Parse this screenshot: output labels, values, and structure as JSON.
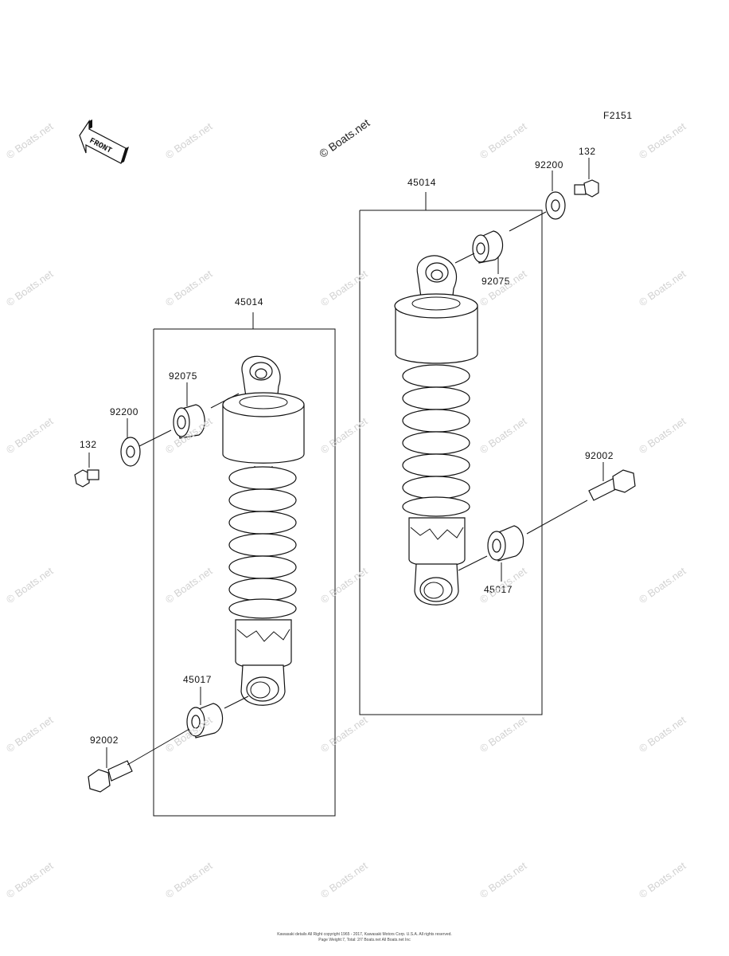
{
  "figure_code": "F2151",
  "watermark_main": "© Boats.net",
  "watermark": "© Boats.net",
  "front_label": "FRONT",
  "labels": {
    "shock_left": "45014",
    "shock_right": "45014",
    "collar_left": "92075",
    "collar_right": "92075",
    "washer_left": "92200",
    "washer_right": "92200",
    "bolt132_left": "132",
    "bolt132_right": "132",
    "bush_left": "45017",
    "bush_right": "45017",
    "bolt_left": "92002",
    "bolt_right": "92002"
  },
  "footer": {
    "line1": "Kawasaki details All Right copyright 1965 - 2017, Kawasaki Motors Corp. U.S.A. All rights reserved.",
    "line2": "Page Weight:7, Total: 2/7 Boats.net All Boats.net Inc"
  }
}
